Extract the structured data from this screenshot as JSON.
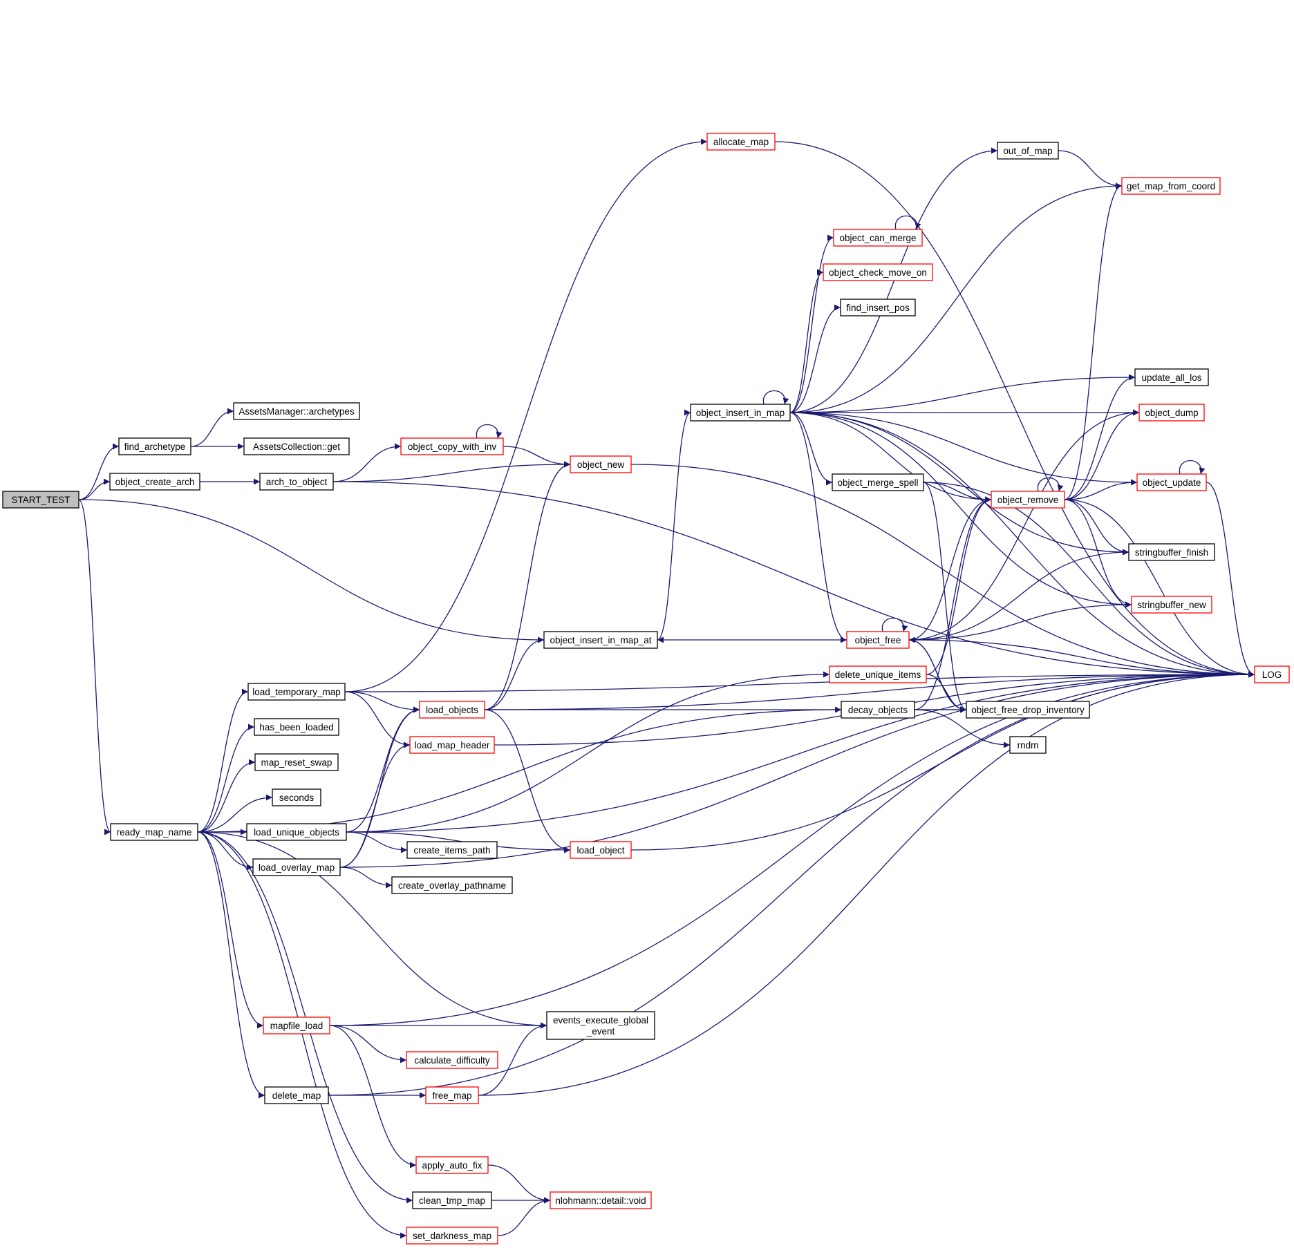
{
  "colors": {
    "edge": "#191970",
    "border_plain": "#000000",
    "border_undocumented": "#ff0000",
    "root_fill": "#bfbfbf",
    "node_fill": "#ffffff"
  },
  "nodes": [
    {
      "id": "START_TEST",
      "lines": [
        "START_TEST"
      ],
      "style": "root"
    },
    {
      "id": "find_archetype",
      "lines": [
        "find_archetype"
      ],
      "style": "plain"
    },
    {
      "id": "object_create_arch",
      "lines": [
        "object_create_arch"
      ],
      "style": "plain"
    },
    {
      "id": "ready_map_name",
      "lines": [
        "ready_map_name"
      ],
      "style": "plain"
    },
    {
      "id": "AssetsManager_archetypes",
      "lines": [
        "AssetsManager::archetypes"
      ],
      "style": "plain"
    },
    {
      "id": "AssetsCollection_get",
      "lines": [
        "AssetsCollection::get"
      ],
      "style": "plain"
    },
    {
      "id": "arch_to_object",
      "lines": [
        "arch_to_object"
      ],
      "style": "plain"
    },
    {
      "id": "object_copy_with_inv",
      "lines": [
        "object_copy_with_inv"
      ],
      "style": "red"
    },
    {
      "id": "object_new",
      "lines": [
        "object_new"
      ],
      "style": "red"
    },
    {
      "id": "allocate_map",
      "lines": [
        "allocate_map"
      ],
      "style": "red"
    },
    {
      "id": "object_insert_in_map",
      "lines": [
        "object_insert_in_map"
      ],
      "style": "plain"
    },
    {
      "id": "object_insert_in_map_at",
      "lines": [
        "object_insert_in_map_at"
      ],
      "style": "plain"
    },
    {
      "id": "out_of_map",
      "lines": [
        "out_of_map"
      ],
      "style": "plain"
    },
    {
      "id": "get_map_from_coord",
      "lines": [
        "get_map_from_coord"
      ],
      "style": "red"
    },
    {
      "id": "object_can_merge",
      "lines": [
        "object_can_merge"
      ],
      "style": "red"
    },
    {
      "id": "object_check_move_on",
      "lines": [
        "object_check_move_on"
      ],
      "style": "red"
    },
    {
      "id": "find_insert_pos",
      "lines": [
        "find_insert_pos"
      ],
      "style": "plain"
    },
    {
      "id": "update_all_los",
      "lines": [
        "update_all_los"
      ],
      "style": "plain"
    },
    {
      "id": "object_dump",
      "lines": [
        "object_dump"
      ],
      "style": "red"
    },
    {
      "id": "object_merge_spell",
      "lines": [
        "object_merge_spell"
      ],
      "style": "plain"
    },
    {
      "id": "object_remove",
      "lines": [
        "object_remove"
      ],
      "style": "red"
    },
    {
      "id": "object_update",
      "lines": [
        "object_update"
      ],
      "style": "red"
    },
    {
      "id": "stringbuffer_finish",
      "lines": [
        "stringbuffer_finish"
      ],
      "style": "plain"
    },
    {
      "id": "stringbuffer_new",
      "lines": [
        "stringbuffer_new"
      ],
      "style": "red"
    },
    {
      "id": "object_free",
      "lines": [
        "object_free"
      ],
      "style": "red"
    },
    {
      "id": "LOG",
      "lines": [
        "LOG"
      ],
      "style": "red"
    },
    {
      "id": "delete_unique_items",
      "lines": [
        "delete_unique_items"
      ],
      "style": "red"
    },
    {
      "id": "decay_objects",
      "lines": [
        "decay_objects"
      ],
      "style": "plain"
    },
    {
      "id": "object_free_drop_inventory",
      "lines": [
        "object_free_drop_inventory"
      ],
      "style": "plain"
    },
    {
      "id": "rndm",
      "lines": [
        "rndm"
      ],
      "style": "plain"
    },
    {
      "id": "load_temporary_map",
      "lines": [
        "load_temporary_map"
      ],
      "style": "plain"
    },
    {
      "id": "load_objects",
      "lines": [
        "load_objects"
      ],
      "style": "red"
    },
    {
      "id": "load_map_header",
      "lines": [
        "load_map_header"
      ],
      "style": "red"
    },
    {
      "id": "has_been_loaded",
      "lines": [
        "has_been_loaded"
      ],
      "style": "plain"
    },
    {
      "id": "map_reset_swap",
      "lines": [
        "map_reset_swap"
      ],
      "style": "plain"
    },
    {
      "id": "seconds",
      "lines": [
        "seconds"
      ],
      "style": "plain"
    },
    {
      "id": "load_unique_objects",
      "lines": [
        "load_unique_objects"
      ],
      "style": "plain"
    },
    {
      "id": "load_object",
      "lines": [
        "load_object"
      ],
      "style": "red"
    },
    {
      "id": "create_items_path",
      "lines": [
        "create_items_path"
      ],
      "style": "plain"
    },
    {
      "id": "load_overlay_map",
      "lines": [
        "load_overlay_map"
      ],
      "style": "plain"
    },
    {
      "id": "create_overlay_pathname",
      "lines": [
        "create_overlay_pathname"
      ],
      "style": "plain"
    },
    {
      "id": "mapfile_load",
      "lines": [
        "mapfile_load"
      ],
      "style": "red"
    },
    {
      "id": "events_execute_global_event",
      "lines": [
        "events_execute_global",
        "_event"
      ],
      "style": "plain"
    },
    {
      "id": "calculate_difficulty",
      "lines": [
        "calculate_difficulty"
      ],
      "style": "red"
    },
    {
      "id": "delete_map",
      "lines": [
        "delete_map"
      ],
      "style": "plain"
    },
    {
      "id": "free_map",
      "lines": [
        "free_map"
      ],
      "style": "red"
    },
    {
      "id": "apply_auto_fix",
      "lines": [
        "apply_auto_fix"
      ],
      "style": "red"
    },
    {
      "id": "clean_tmp_map",
      "lines": [
        "clean_tmp_map"
      ],
      "style": "plain"
    },
    {
      "id": "nlohmann_detail_void",
      "lines": [
        "nlohmann::detail::void"
      ],
      "style": "red"
    },
    {
      "id": "set_darkness_map",
      "lines": [
        "set_darkness_map"
      ],
      "style": "red"
    }
  ],
  "edges": [
    [
      "START_TEST",
      "find_archetype"
    ],
    [
      "START_TEST",
      "object_create_arch"
    ],
    [
      "START_TEST",
      "ready_map_name"
    ],
    [
      "START_TEST",
      "object_insert_in_map_at"
    ],
    [
      "find_archetype",
      "AssetsManager_archetypes"
    ],
    [
      "find_archetype",
      "AssetsCollection_get"
    ],
    [
      "object_create_arch",
      "arch_to_object"
    ],
    [
      "arch_to_object",
      "object_copy_with_inv"
    ],
    [
      "arch_to_object",
      "object_new"
    ],
    [
      "arch_to_object",
      "LOG"
    ],
    [
      "object_copy_with_inv",
      "object_copy_with_inv"
    ],
    [
      "object_copy_with_inv",
      "object_new"
    ],
    [
      "object_new",
      "LOG"
    ],
    [
      "allocate_map",
      "LOG"
    ],
    [
      "object_insert_in_map_at",
      "object_insert_in_map"
    ],
    [
      "object_insert_in_map",
      "object_insert_in_map"
    ],
    [
      "object_insert_in_map",
      "out_of_map"
    ],
    [
      "object_insert_in_map",
      "get_map_from_coord"
    ],
    [
      "object_insert_in_map",
      "object_can_merge"
    ],
    [
      "object_insert_in_map",
      "object_check_move_on"
    ],
    [
      "object_insert_in_map",
      "find_insert_pos"
    ],
    [
      "object_insert_in_map",
      "update_all_los"
    ],
    [
      "object_insert_in_map",
      "object_dump"
    ],
    [
      "object_insert_in_map",
      "object_update"
    ],
    [
      "object_insert_in_map",
      "object_merge_spell"
    ],
    [
      "object_insert_in_map",
      "object_remove"
    ],
    [
      "object_insert_in_map",
      "stringbuffer_finish"
    ],
    [
      "object_insert_in_map",
      "stringbuffer_new"
    ],
    [
      "object_insert_in_map",
      "object_free"
    ],
    [
      "object_insert_in_map",
      "LOG"
    ],
    [
      "out_of_map",
      "get_map_from_coord"
    ],
    [
      "object_can_merge",
      "object_can_merge"
    ],
    [
      "object_merge_spell",
      "object_remove"
    ],
    [
      "object_merge_spell",
      "object_free_drop_inventory"
    ],
    [
      "object_merge_spell",
      "LOG"
    ],
    [
      "object_remove",
      "object_remove"
    ],
    [
      "object_remove",
      "get_map_from_coord"
    ],
    [
      "object_remove",
      "update_all_los"
    ],
    [
      "object_remove",
      "object_dump"
    ],
    [
      "object_remove",
      "object_update"
    ],
    [
      "object_remove",
      "stringbuffer_finish"
    ],
    [
      "object_remove",
      "stringbuffer_new"
    ],
    [
      "object_remove",
      "LOG"
    ],
    [
      "object_update",
      "object_update"
    ],
    [
      "object_update",
      "LOG"
    ],
    [
      "object_free",
      "object_free"
    ],
    [
      "object_free",
      "object_insert_in_map_at"
    ],
    [
      "object_free",
      "object_dump"
    ],
    [
      "object_free",
      "object_remove"
    ],
    [
      "object_free",
      "stringbuffer_finish"
    ],
    [
      "object_free",
      "stringbuffer_new"
    ],
    [
      "object_free",
      "object_free_drop_inventory"
    ],
    [
      "object_free",
      "LOG"
    ],
    [
      "object_free_drop_inventory",
      "object_free"
    ],
    [
      "delete_unique_items",
      "object_remove"
    ],
    [
      "delete_unique_items",
      "object_free_drop_inventory"
    ],
    [
      "decay_objects",
      "object_remove"
    ],
    [
      "decay_objects",
      "object_free_drop_inventory"
    ],
    [
      "decay_objects",
      "rndm"
    ],
    [
      "ready_map_name",
      "load_temporary_map"
    ],
    [
      "ready_map_name",
      "has_been_loaded"
    ],
    [
      "ready_map_name",
      "map_reset_swap"
    ],
    [
      "ready_map_name",
      "seconds"
    ],
    [
      "ready_map_name",
      "load_unique_objects"
    ],
    [
      "ready_map_name",
      "load_overlay_map"
    ],
    [
      "ready_map_name",
      "decay_objects"
    ],
    [
      "ready_map_name",
      "events_execute_global_event"
    ],
    [
      "ready_map_name",
      "mapfile_load"
    ],
    [
      "ready_map_name",
      "delete_map"
    ],
    [
      "ready_map_name",
      "clean_tmp_map"
    ],
    [
      "ready_map_name",
      "set_darkness_map"
    ],
    [
      "load_temporary_map",
      "load_objects"
    ],
    [
      "load_temporary_map",
      "load_map_header"
    ],
    [
      "load_temporary_map",
      "allocate_map"
    ],
    [
      "load_temporary_map",
      "LOG"
    ],
    [
      "load_objects",
      "object_new"
    ],
    [
      "load_objects",
      "object_insert_in_map_at"
    ],
    [
      "load_objects",
      "load_object"
    ],
    [
      "load_objects",
      "object_free_drop_inventory"
    ],
    [
      "load_objects",
      "LOG"
    ],
    [
      "load_map_header",
      "LOG"
    ],
    [
      "load_object",
      "LOG"
    ],
    [
      "load_unique_objects",
      "delete_unique_items"
    ],
    [
      "load_unique_objects",
      "load_objects"
    ],
    [
      "load_unique_objects",
      "create_items_path"
    ],
    [
      "load_unique_objects",
      "load_object"
    ],
    [
      "load_unique_objects",
      "LOG"
    ],
    [
      "load_overlay_map",
      "load_objects"
    ],
    [
      "load_overlay_map",
      "load_map_header"
    ],
    [
      "load_overlay_map",
      "create_overlay_pathname"
    ],
    [
      "load_overlay_map",
      "LOG"
    ],
    [
      "mapfile_load",
      "events_execute_global_event"
    ],
    [
      "mapfile_load",
      "calculate_difficulty"
    ],
    [
      "mapfile_load",
      "apply_auto_fix"
    ],
    [
      "mapfile_load",
      "LOG"
    ],
    [
      "delete_map",
      "free_map"
    ],
    [
      "delete_map",
      "LOG"
    ],
    [
      "free_map",
      "events_execute_global_event"
    ],
    [
      "free_map",
      "LOG"
    ],
    [
      "apply_auto_fix",
      "nlohmann_detail_void"
    ],
    [
      "clean_tmp_map",
      "nlohmann_detail_void"
    ],
    [
      "set_darkness_map",
      "nlohmann_detail_void"
    ]
  ]
}
